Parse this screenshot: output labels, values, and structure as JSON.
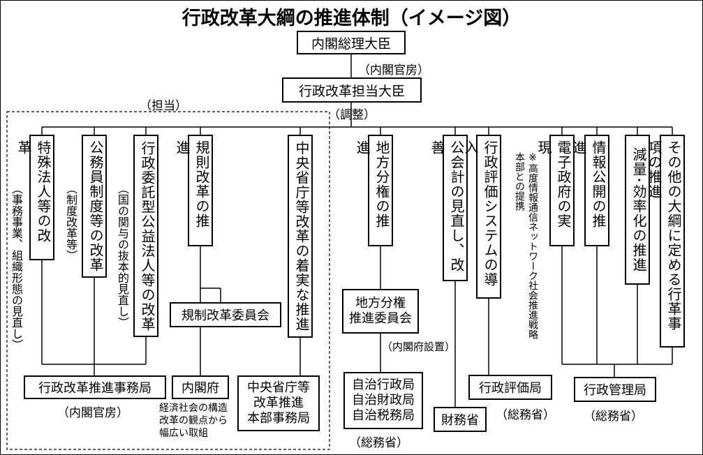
{
  "title": "行政改革大綱の推進体制（イメージ図）",
  "top": {
    "pm": "内閣総理大臣",
    "cabinet_secretariat": "（内閣官房）",
    "minister": "行政改革担当大臣",
    "coordination": "（調整）",
    "responsibility": "（担当）"
  },
  "items": {
    "tokushu": "特殊法人等の改革",
    "komuin": "公務員制度等の改革",
    "koeki": "行政委託型公益法人等の改革",
    "kisei": "規則改革の推進",
    "chuo": "中央省庁等改革の着実な推進",
    "chiho": "地方分権の推進",
    "kaikei": "公会計の見直し、改善",
    "hyoka": "行政評価システムの導入",
    "denshi": "電子政府の実現",
    "joho": "情報公開の推進",
    "genryo": "減量･効率化の推進",
    "sonota": "その他の大綱に定める行革事項の推進"
  },
  "annotations": {
    "tokushu": "（事務事業、組織形態の見直し）",
    "komuin": "（制度改革等）",
    "koeki": "（国の関与の抜本的見直し）",
    "it_note": "※高度情報通信ネットワーク社会推進戦略本部との提携"
  },
  "committees": {
    "kisei_iinkai": "規制改革委員会",
    "chiho_iinkai": [
      "地方分権",
      "推進委員会"
    ],
    "chiho_iinkai_note": "（内閣府設置）"
  },
  "bureaus": {
    "gyokaku": "行政改革推進事務局",
    "gyokaku_org": "（内閣官房）",
    "naikakufu": "内閣府",
    "naikakufu_note": [
      "経済社会の構造",
      "改革の観点から",
      "幅広い取組"
    ],
    "chuo_honbu": [
      "中央省庁等",
      "改革推進",
      "本部事務局"
    ],
    "jichi": [
      "自治行政局",
      "自治財政局",
      "自治税務局"
    ],
    "jichi_org": "（総務省）",
    "zaimu": "財務省",
    "hyoka_kyoku": "行政評価局",
    "hyoka_org": "（総務省）",
    "kanri_kyoku": "行政管理局",
    "kanri_org": "（総務省）"
  }
}
